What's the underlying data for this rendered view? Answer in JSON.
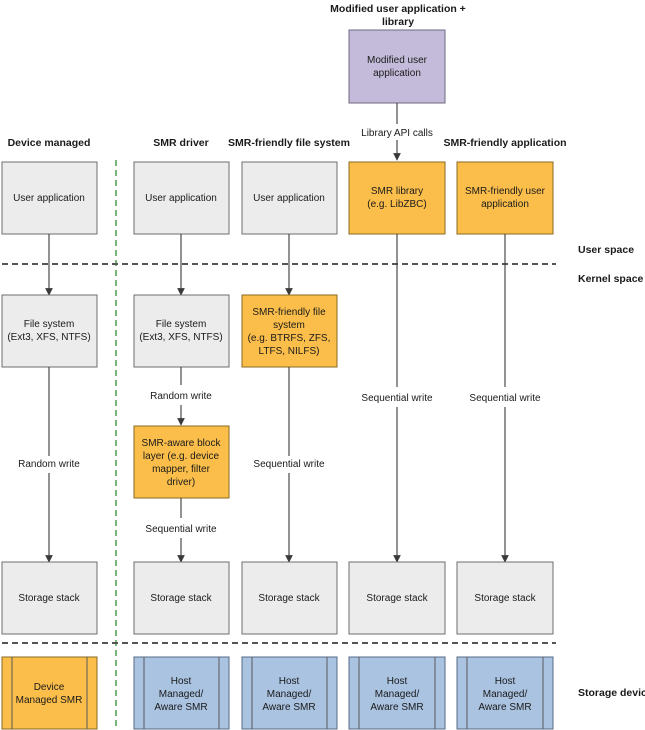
{
  "top": {
    "title_line1": "Modified user application +",
    "title_line2": "library",
    "box_line1": "Modified user",
    "box_line2": "application",
    "api_label": "Library API calls"
  },
  "columns": {
    "device_managed": {
      "header": "Device managed",
      "user_app": "User application",
      "fs_line1": "File system",
      "fs_line2": "(Ext3, XFS, NTFS)",
      "write_label": "Random write",
      "storage": "Storage stack",
      "device_line1": "Device",
      "device_line2": "Managed SMR"
    },
    "smr_driver": {
      "header": "SMR driver",
      "user_app": "User application",
      "fs_line1": "File system",
      "fs_line2": "(Ext3, XFS, NTFS)",
      "random_label": "Random write",
      "block_line1": "SMR-aware block",
      "block_line2": "layer (e.g. device",
      "block_line3": "mapper, filter",
      "block_line4": "driver)",
      "seq_label": "Sequential write",
      "storage": "Storage stack",
      "device_line1": "Host",
      "device_line2": "Managed/",
      "device_line3": "Aware SMR"
    },
    "smr_fs": {
      "header": "SMR-friendly file system",
      "user_app": "User application",
      "fs_line1": "SMR-friendly file",
      "fs_line2": "system",
      "fs_line3": "(e.g. BTRFS, ZFS,",
      "fs_line4": "LTFS, NILFS)",
      "seq_label": "Sequential write",
      "storage": "Storage stack",
      "device_line1": "Host",
      "device_line2": "Managed/",
      "device_line3": "Aware SMR"
    },
    "library": {
      "lib_line1": "SMR library",
      "lib_line2": "(e.g. LibZBC)",
      "seq_label": "Sequential write",
      "storage": "Storage stack",
      "device_line1": "Host",
      "device_line2": "Managed/",
      "device_line3": "Aware SMR"
    },
    "smr_app": {
      "header": "SMR-friendly application",
      "app_line1": "SMR-friendly user",
      "app_line2": "application",
      "seq_label": "Sequential write",
      "storage": "Storage stack",
      "device_line1": "Host",
      "device_line2": "Managed/",
      "device_line3": "Aware SMR"
    }
  },
  "side_labels": {
    "user_space": "User space",
    "kernel_space": "Kernel space",
    "storage_device": "Storage device"
  },
  "colors": {
    "gray_box": "#ececec",
    "orange_box": "#fbbe4b",
    "purple_box": "#c3bbd9",
    "blue_box": "#a9c3e1",
    "separator_green": "#2e8b2e"
  }
}
